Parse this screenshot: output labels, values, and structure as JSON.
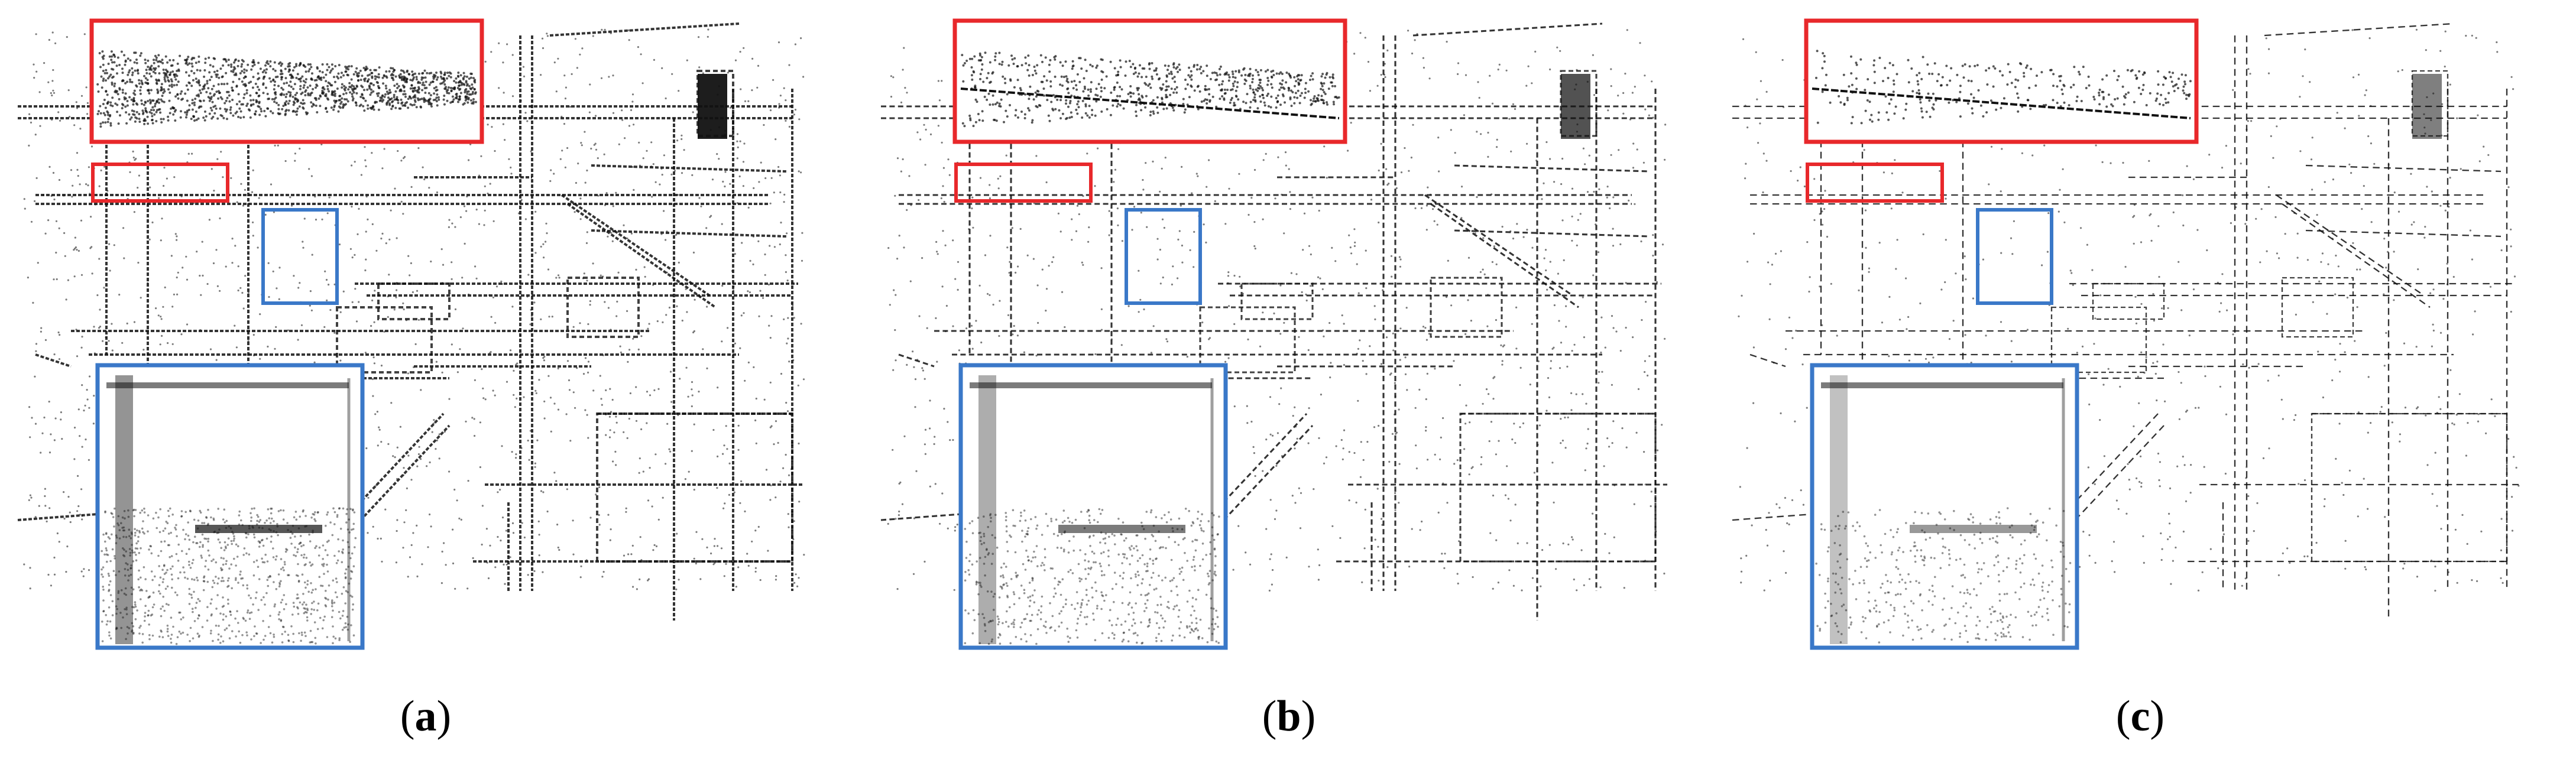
{
  "figure": {
    "panels": [
      {
        "id": "a",
        "caption_open": "(",
        "caption_letter": "a",
        "caption_close": ")",
        "density": "dense"
      },
      {
        "id": "b",
        "caption_open": "(",
        "caption_letter": "b",
        "caption_close": ")",
        "density": "medium"
      },
      {
        "id": "c",
        "caption_open": "(",
        "caption_letter": "c",
        "caption_close": ")",
        "density": "sparse"
      }
    ],
    "colors": {
      "red_box": "#e8282b",
      "blue_box": "#3a78c8",
      "points": "#111111",
      "background": "#ffffff"
    }
  }
}
